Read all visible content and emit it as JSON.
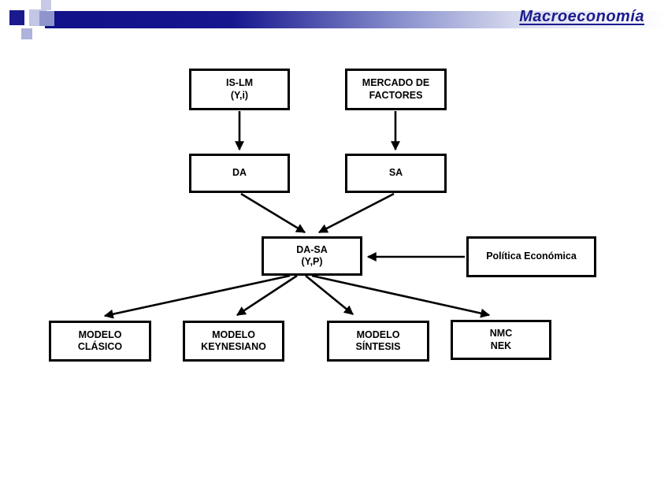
{
  "slide": {
    "title": "Macroeconomía",
    "colors": {
      "title": "#1b1b8e",
      "bar_navy": "#15158c",
      "box_border": "#000000",
      "background": "#ffffff"
    }
  },
  "diagram": {
    "nodes": [
      {
        "id": "is-lm",
        "lines": [
          "IS-LM",
          "(Y,i)"
        ]
      },
      {
        "id": "mercado-de-factores",
        "lines": [
          "MERCADO DE",
          "FACTORES"
        ]
      },
      {
        "id": "da",
        "lines": [
          "DA"
        ]
      },
      {
        "id": "sa",
        "lines": [
          "SA"
        ]
      },
      {
        "id": "da-sa",
        "lines": [
          "DA-SA",
          "(Y,P)"
        ]
      },
      {
        "id": "politica-economica",
        "lines": [
          "Política Económica"
        ]
      },
      {
        "id": "modelo-clasico",
        "lines": [
          "MODELO",
          "CLÁSICO"
        ]
      },
      {
        "id": "modelo-keynesiano",
        "lines": [
          "MODELO",
          "KEYNESIANO"
        ]
      },
      {
        "id": "modelo-sintesis",
        "lines": [
          "MODELO",
          "SÍNTESIS"
        ]
      },
      {
        "id": "nmc-nek",
        "lines": [
          "NMC",
          "NEK"
        ]
      }
    ],
    "edges": [
      {
        "from": "is-lm",
        "to": "da"
      },
      {
        "from": "mercado-de-factores",
        "to": "sa"
      },
      {
        "from": "da",
        "to": "da-sa"
      },
      {
        "from": "sa",
        "to": "da-sa"
      },
      {
        "from": "politica-economica",
        "to": "da-sa"
      },
      {
        "from": "da-sa",
        "to": "modelo-clasico"
      },
      {
        "from": "da-sa",
        "to": "modelo-keynesiano"
      },
      {
        "from": "da-sa",
        "to": "modelo-sintesis"
      },
      {
        "from": "da-sa",
        "to": "nmc-nek"
      }
    ]
  }
}
